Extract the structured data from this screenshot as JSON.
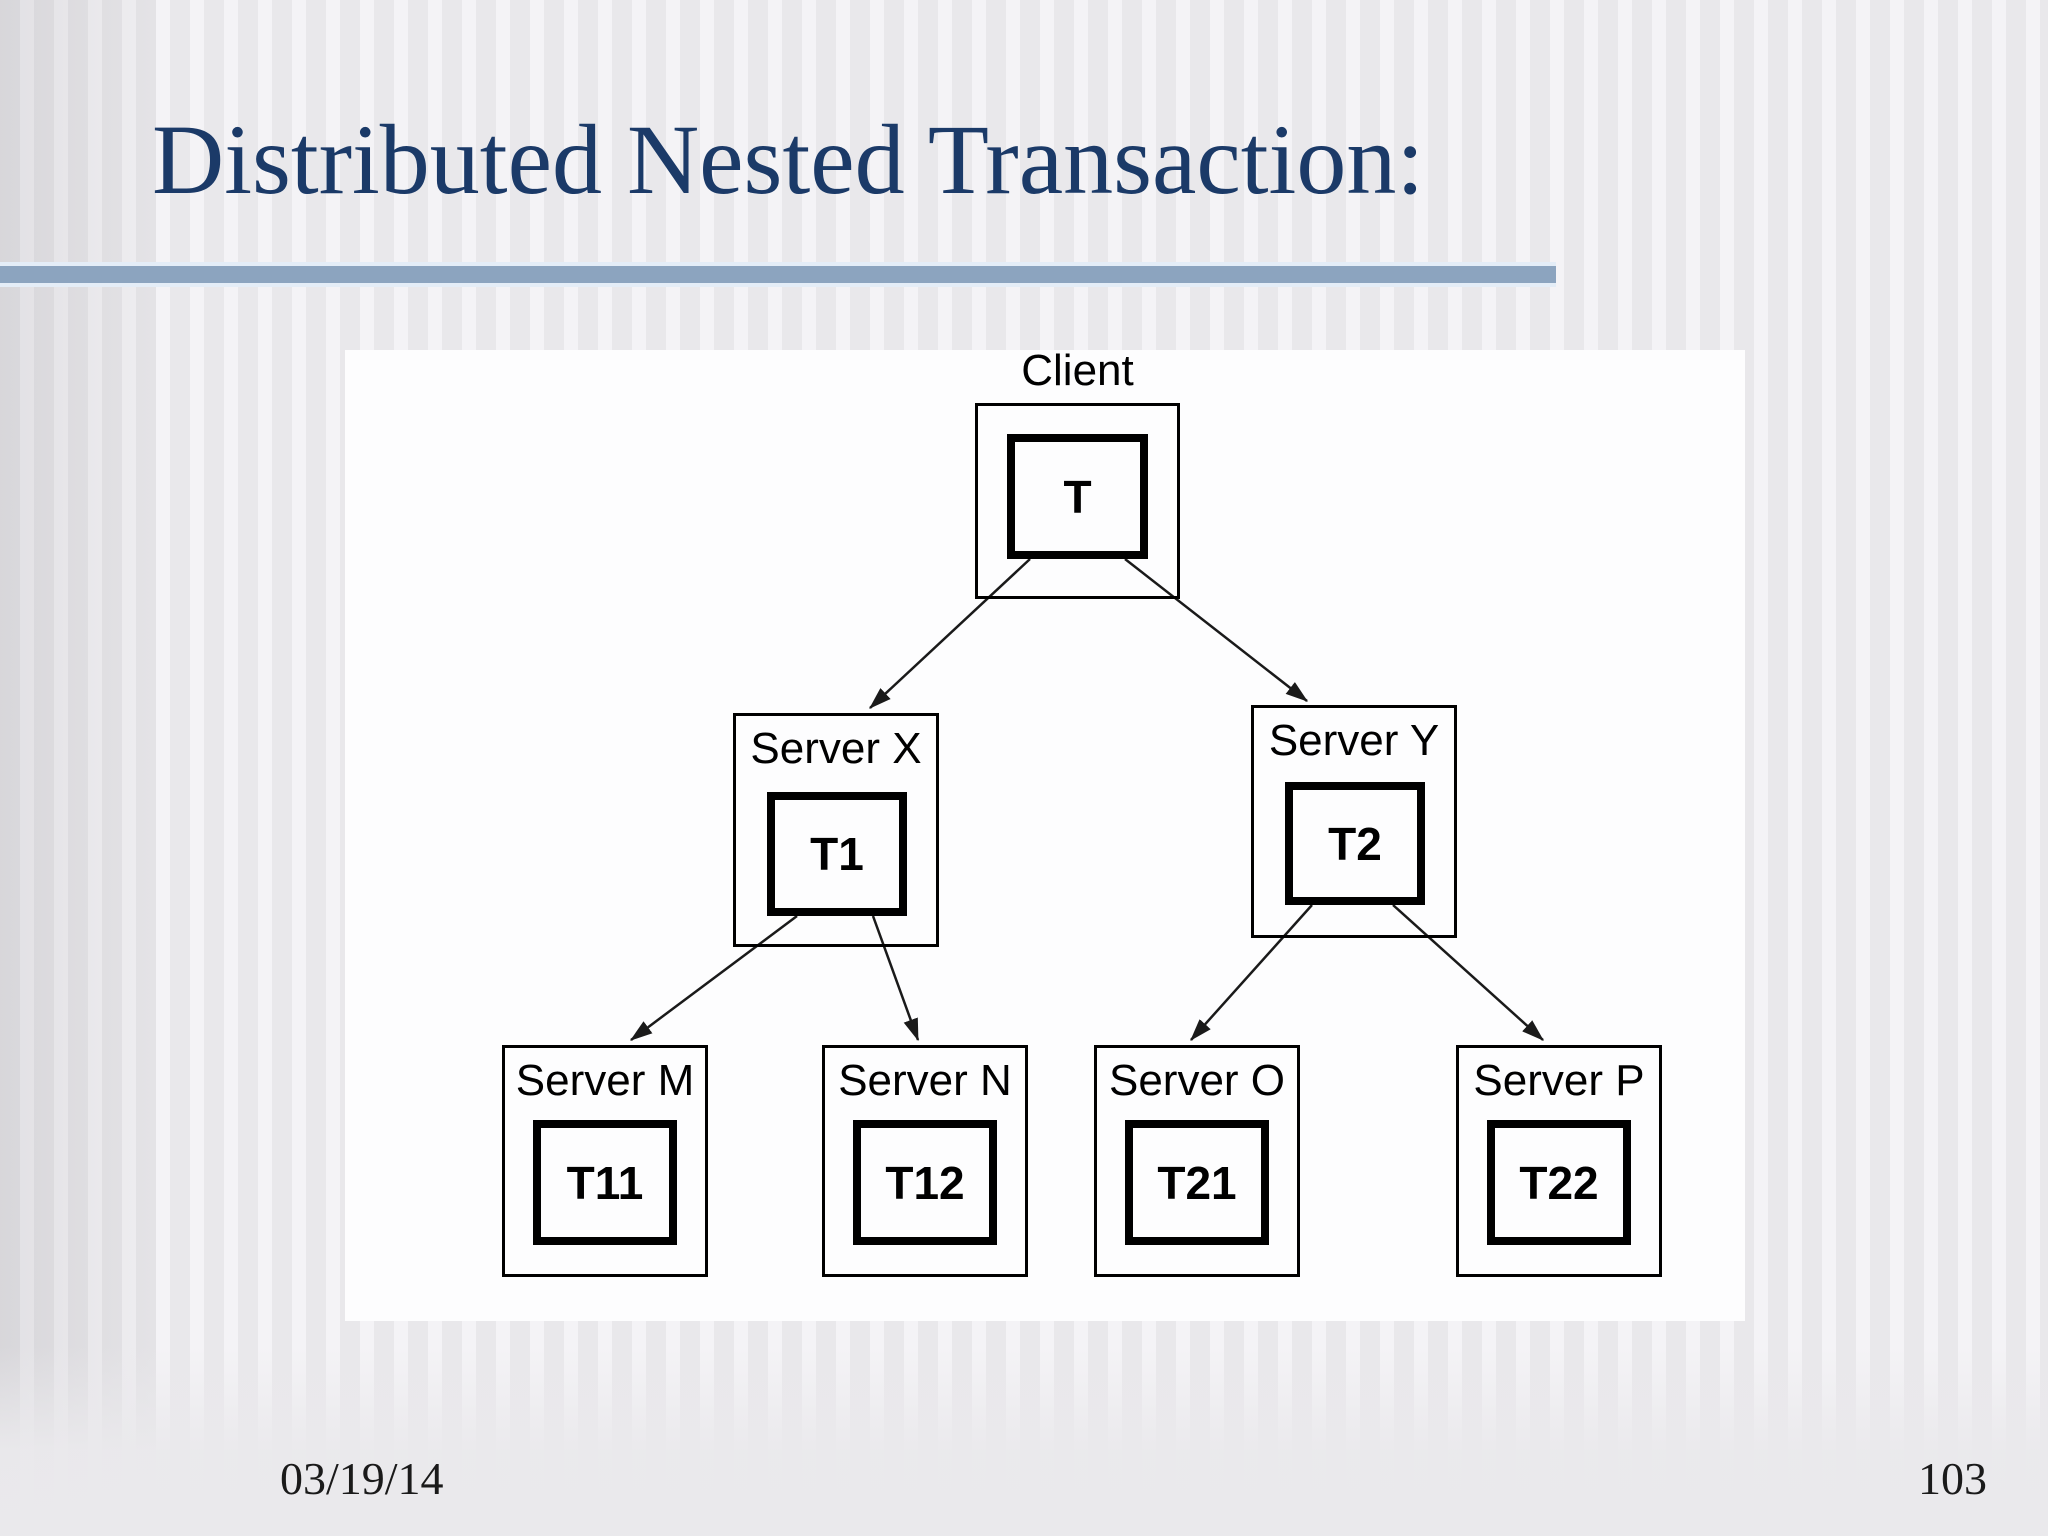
{
  "slide": {
    "title": "Distributed Nested Transaction:",
    "footer": {
      "date": "03/19/14",
      "page_number": "103"
    },
    "colors": {
      "title_text": "#1b3a68",
      "rule_bar": "#8ca4bf",
      "rule_glow": "#e4edf7",
      "background_stripe_dark": "#e9e8eb",
      "background_stripe_light": "#f4f3f6",
      "diagram_background": "#fdfdfe",
      "diagram_ink": "#000000"
    }
  },
  "diagram": {
    "nodes": [
      {
        "id": "client",
        "label": "Client",
        "transaction": "T",
        "label_position": "above"
      },
      {
        "id": "serverX",
        "label": "Server X",
        "transaction": "T1",
        "label_position": "inside"
      },
      {
        "id": "serverY",
        "label": "Server Y",
        "transaction": "T2",
        "label_position": "inside"
      },
      {
        "id": "serverM",
        "label": "Server M",
        "transaction": "T11",
        "label_position": "inside"
      },
      {
        "id": "serverN",
        "label": "Server N",
        "transaction": "T12",
        "label_position": "inside"
      },
      {
        "id": "serverO",
        "label": "Server O",
        "transaction": "T21",
        "label_position": "inside"
      },
      {
        "id": "serverP",
        "label": "Server P",
        "transaction": "T22",
        "label_position": "inside"
      }
    ],
    "edges": [
      {
        "from": "T",
        "to": "T1"
      },
      {
        "from": "T",
        "to": "T2"
      },
      {
        "from": "T1",
        "to": "T11"
      },
      {
        "from": "T1",
        "to": "T12"
      },
      {
        "from": "T2",
        "to": "T21"
      },
      {
        "from": "T2",
        "to": "T22"
      }
    ]
  }
}
